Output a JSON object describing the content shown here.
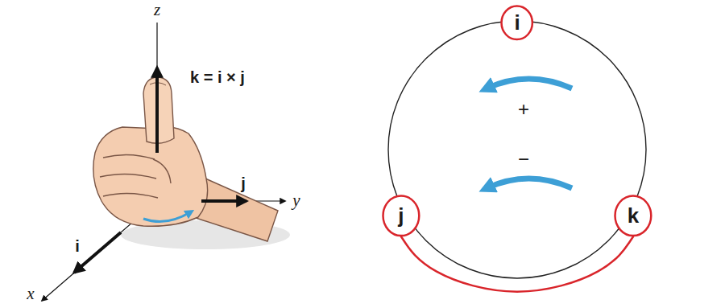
{
  "diagram": {
    "nodes": [
      {
        "text": [
          "i"
        ]
      },
      {
        "text": [
          "j"
        ]
      },
      {
        "text": [
          "k"
        ]
      }
    ],
    "edges": [
      {
        "from": 1,
        "to": 2,
        "arrow": "none"
      }
    ],
    "labels": [
      "z",
      "k = i × j",
      "j",
      "y",
      "i",
      "x",
      "+",
      "−"
    ]
  }
}
